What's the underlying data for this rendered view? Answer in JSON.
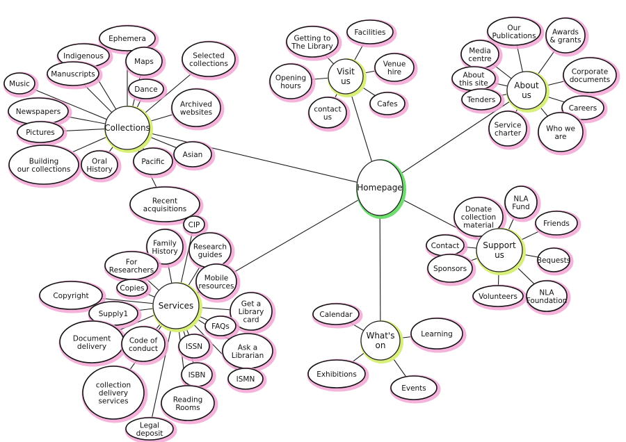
{
  "title": "Sitemap sketch",
  "colors": {
    "leaf_highlight": "#f3a6d6",
    "hub_highlight": "#d8ef7a",
    "home_highlight": "#6fdc6f",
    "ink": "#111111"
  },
  "hubs": [
    {
      "id": "homepage",
      "label": [
        "Homepage"
      ]
    },
    {
      "id": "collections",
      "label": [
        "Collections"
      ]
    },
    {
      "id": "visit",
      "label": [
        "Visit",
        "us"
      ]
    },
    {
      "id": "about",
      "label": [
        "About",
        "us"
      ]
    },
    {
      "id": "support",
      "label": [
        "Support",
        "us"
      ]
    },
    {
      "id": "services",
      "label": [
        "Services"
      ]
    },
    {
      "id": "whatson",
      "label": [
        "What's",
        "on"
      ]
    }
  ],
  "leaves": [
    {
      "id": "ephemera",
      "parent": "collections",
      "label": [
        "Ephemera"
      ]
    },
    {
      "id": "indigenous",
      "parent": "collections",
      "label": [
        "Indigenous"
      ]
    },
    {
      "id": "manuscripts",
      "parent": "collections",
      "label": [
        "Manuscripts"
      ]
    },
    {
      "id": "maps",
      "parent": "collections",
      "label": [
        "Maps"
      ]
    },
    {
      "id": "dance",
      "parent": "collections",
      "label": [
        "Dance"
      ]
    },
    {
      "id": "selected",
      "parent": "collections",
      "label": [
        "Selected",
        "collections"
      ]
    },
    {
      "id": "music",
      "parent": "collections",
      "label": [
        "Music"
      ]
    },
    {
      "id": "archived",
      "parent": "collections",
      "label": [
        "Archived",
        "websites"
      ]
    },
    {
      "id": "newspapers",
      "parent": "collections",
      "label": [
        "Newspapers"
      ]
    },
    {
      "id": "pictures",
      "parent": "collections",
      "label": [
        "Pictures"
      ]
    },
    {
      "id": "building",
      "parent": "collections",
      "label": [
        "Building",
        "our collections"
      ]
    },
    {
      "id": "oral",
      "parent": "collections",
      "label": [
        "Oral",
        "History"
      ]
    },
    {
      "id": "pacific",
      "parent": "collections",
      "label": [
        "Pacific"
      ]
    },
    {
      "id": "asian",
      "parent": "collections",
      "label": [
        "Asian"
      ]
    },
    {
      "id": "recent",
      "parent": "collections",
      "label": [
        "Recent",
        "acquisitions"
      ]
    },
    {
      "id": "getting",
      "parent": "visit",
      "label": [
        "Getting to",
        "The Library"
      ]
    },
    {
      "id": "facilities",
      "parent": "visit",
      "label": [
        "Facilities"
      ]
    },
    {
      "id": "venue",
      "parent": "visit",
      "label": [
        "Venue",
        "hire"
      ]
    },
    {
      "id": "opening",
      "parent": "visit",
      "label": [
        "Opening",
        "hours"
      ]
    },
    {
      "id": "contactus",
      "parent": "visit",
      "label": [
        "contact",
        "us"
      ]
    },
    {
      "id": "cafes",
      "parent": "visit",
      "label": [
        "Cafes"
      ]
    },
    {
      "id": "publications",
      "parent": "about",
      "label": [
        "Our",
        "Publications"
      ]
    },
    {
      "id": "awards",
      "parent": "about",
      "label": [
        "Awards",
        "& grants"
      ]
    },
    {
      "id": "media",
      "parent": "about",
      "label": [
        "Media",
        "centre"
      ]
    },
    {
      "id": "aboutsite",
      "parent": "about",
      "label": [
        "About",
        "this site"
      ]
    },
    {
      "id": "tenders",
      "parent": "about",
      "label": [
        "Tenders"
      ]
    },
    {
      "id": "corporate",
      "parent": "about",
      "label": [
        "Corporate",
        "documents"
      ]
    },
    {
      "id": "careers",
      "parent": "about",
      "label": [
        "Careers"
      ]
    },
    {
      "id": "charter",
      "parent": "about",
      "label": [
        "Service",
        "charter"
      ]
    },
    {
      "id": "whoweare",
      "parent": "about",
      "label": [
        "Who we",
        "are"
      ]
    },
    {
      "id": "nlafund",
      "parent": "support",
      "label": [
        "NLA",
        "Fund"
      ]
    },
    {
      "id": "donate",
      "parent": "support",
      "label": [
        "Donate",
        "collection",
        "material"
      ]
    },
    {
      "id": "friends",
      "parent": "support",
      "label": [
        "Friends"
      ]
    },
    {
      "id": "contact",
      "parent": "support",
      "label": [
        "Contact"
      ]
    },
    {
      "id": "bequests",
      "parent": "support",
      "label": [
        "Bequests"
      ]
    },
    {
      "id": "sponsors",
      "parent": "support",
      "label": [
        "Sponsors"
      ]
    },
    {
      "id": "volunteers",
      "parent": "support",
      "label": [
        "Volunteers"
      ]
    },
    {
      "id": "foundation",
      "parent": "support",
      "label": [
        "NLA",
        "Foundation"
      ]
    },
    {
      "id": "cip",
      "parent": "services",
      "label": [
        "CIP"
      ]
    },
    {
      "id": "family",
      "parent": "services",
      "label": [
        "Family",
        "History"
      ]
    },
    {
      "id": "research",
      "parent": "services",
      "label": [
        "Research",
        "guides"
      ]
    },
    {
      "id": "forresearchers",
      "parent": "services",
      "label": [
        "For",
        "Researchers"
      ]
    },
    {
      "id": "mobile",
      "parent": "services",
      "label": [
        "Mobile",
        "resources"
      ]
    },
    {
      "id": "copies",
      "parent": "services",
      "label": [
        "Copies"
      ]
    },
    {
      "id": "copyright",
      "parent": "services",
      "label": [
        "Copyright"
      ]
    },
    {
      "id": "supply1",
      "parent": "services",
      "label": [
        "Supply1"
      ]
    },
    {
      "id": "librarycard",
      "parent": "services",
      "label": [
        "Get a",
        "Library",
        "card"
      ]
    },
    {
      "id": "faqs",
      "parent": "services",
      "label": [
        "FAQs"
      ]
    },
    {
      "id": "docdelivery",
      "parent": "services",
      "label": [
        "Document",
        "delivery"
      ]
    },
    {
      "id": "conduct",
      "parent": "services",
      "label": [
        "Code of",
        "conduct"
      ]
    },
    {
      "id": "issn",
      "parent": "services",
      "label": [
        "ISSN"
      ]
    },
    {
      "id": "askalibrarian",
      "parent": "services",
      "label": [
        "Ask a",
        "Librarian"
      ]
    },
    {
      "id": "isbn",
      "parent": "services",
      "label": [
        "ISBN"
      ]
    },
    {
      "id": "ismn",
      "parent": "services",
      "label": [
        "ISMN"
      ]
    },
    {
      "id": "colldelivery",
      "parent": "services",
      "label": [
        "collection",
        "delivery",
        "services"
      ]
    },
    {
      "id": "reading",
      "parent": "services",
      "label": [
        "Reading",
        "Rooms"
      ]
    },
    {
      "id": "legal",
      "parent": "services",
      "label": [
        "Legal",
        "deposit"
      ]
    },
    {
      "id": "calendar",
      "parent": "whatson",
      "label": [
        "Calendar"
      ]
    },
    {
      "id": "learning",
      "parent": "whatson",
      "label": [
        "Learning"
      ]
    },
    {
      "id": "exhibitions",
      "parent": "whatson",
      "label": [
        "Exhibitions"
      ]
    },
    {
      "id": "events",
      "parent": "whatson",
      "label": [
        "Events"
      ]
    }
  ]
}
